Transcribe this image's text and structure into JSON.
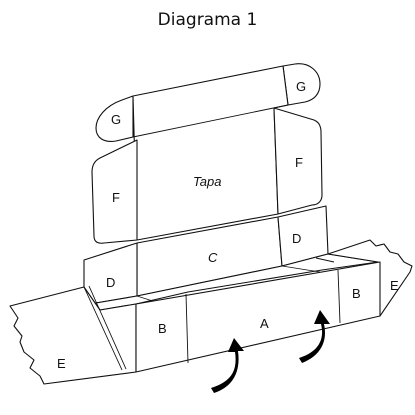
{
  "title": "Diagrama 1",
  "labels": {
    "g_left": "G",
    "g_right": "G",
    "tapa": "Tapa",
    "f_left": "F",
    "f_right": "F",
    "c": "C",
    "d_left": "D",
    "d_right": "D",
    "a": "A",
    "b_left": "B",
    "b_right": "B",
    "e_left": "E",
    "e_right": "E"
  }
}
